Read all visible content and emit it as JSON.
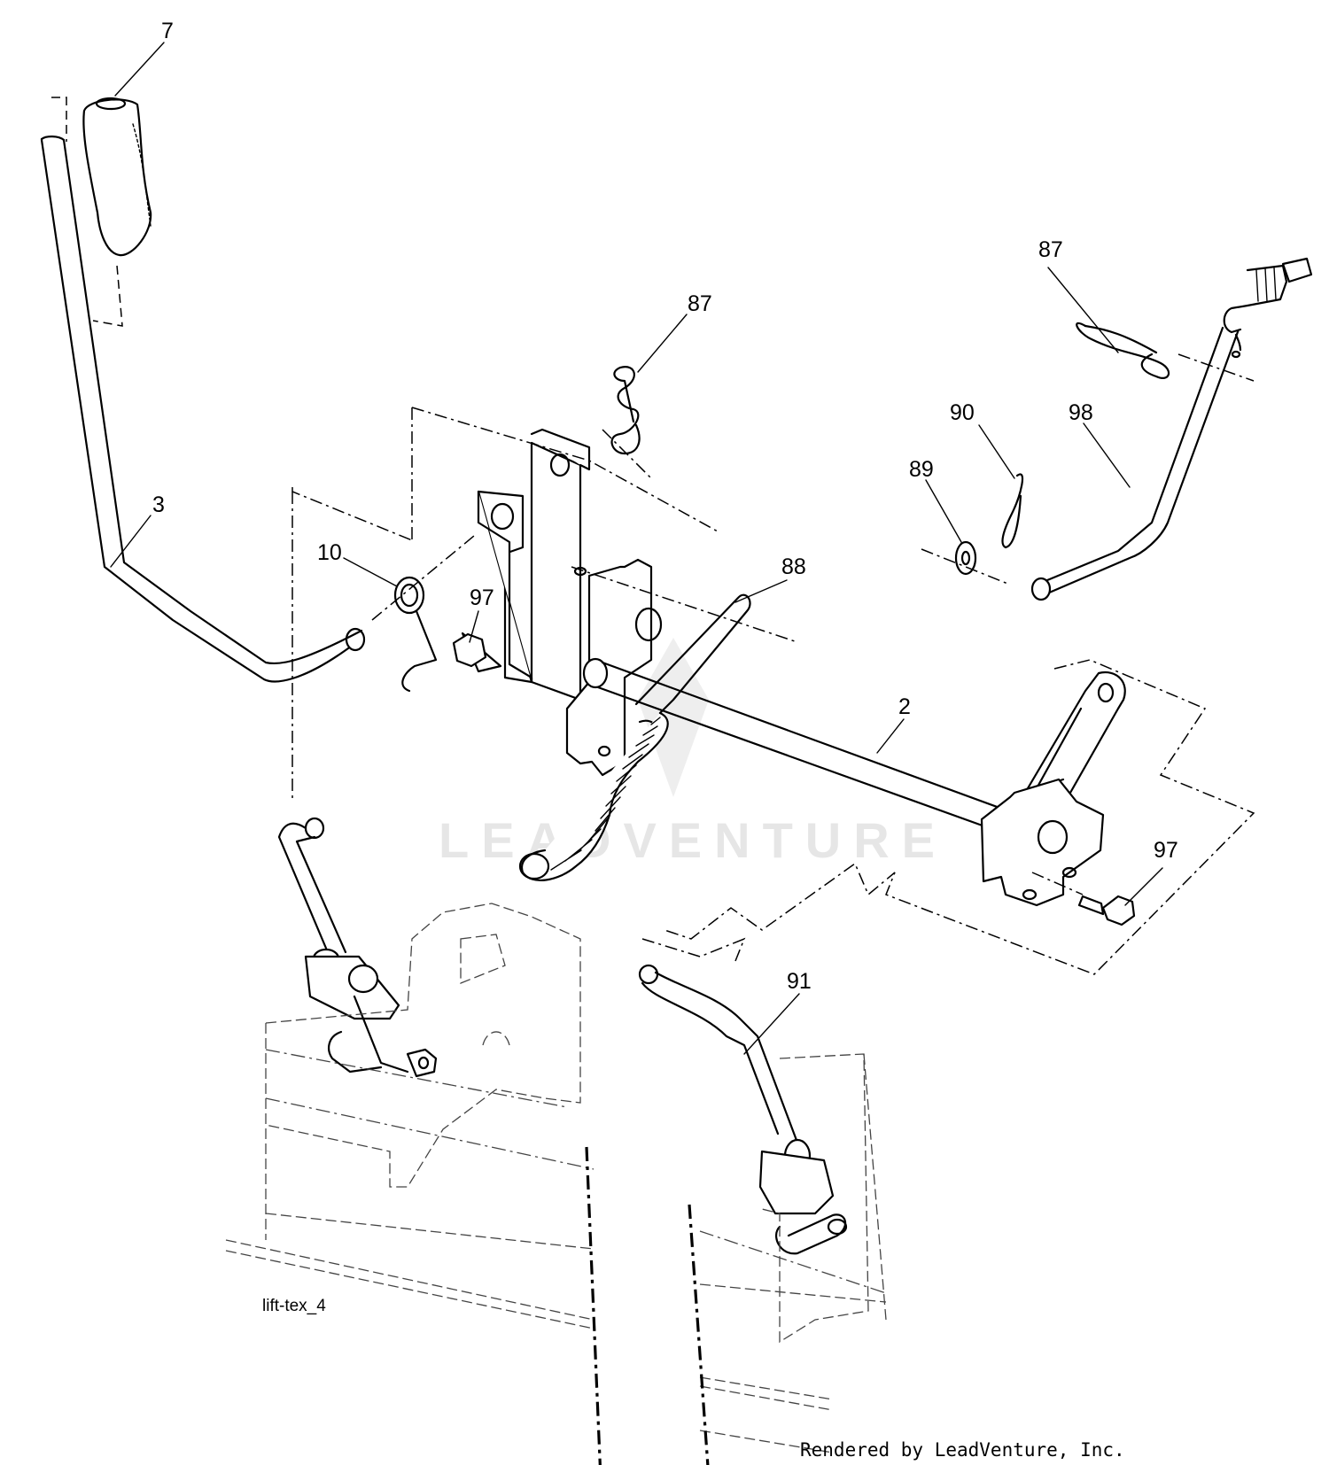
{
  "diagram": {
    "callouts": [
      {
        "id": "7",
        "text": "7"
      },
      {
        "id": "3",
        "text": "3"
      },
      {
        "id": "10",
        "text": "10"
      },
      {
        "id": "97a",
        "text": "97"
      },
      {
        "id": "87a",
        "text": "87"
      },
      {
        "id": "88",
        "text": "88"
      },
      {
        "id": "2",
        "text": "2"
      },
      {
        "id": "87b",
        "text": "87"
      },
      {
        "id": "90",
        "text": "90"
      },
      {
        "id": "98",
        "text": "98"
      },
      {
        "id": "89",
        "text": "89"
      },
      {
        "id": "97b",
        "text": "97"
      },
      {
        "id": "91",
        "text": "91"
      }
    ],
    "file_label": "lift-tex_4",
    "watermark": "LEADVENTURE",
    "rendered_by": "Rendered by LeadVenture, Inc."
  }
}
